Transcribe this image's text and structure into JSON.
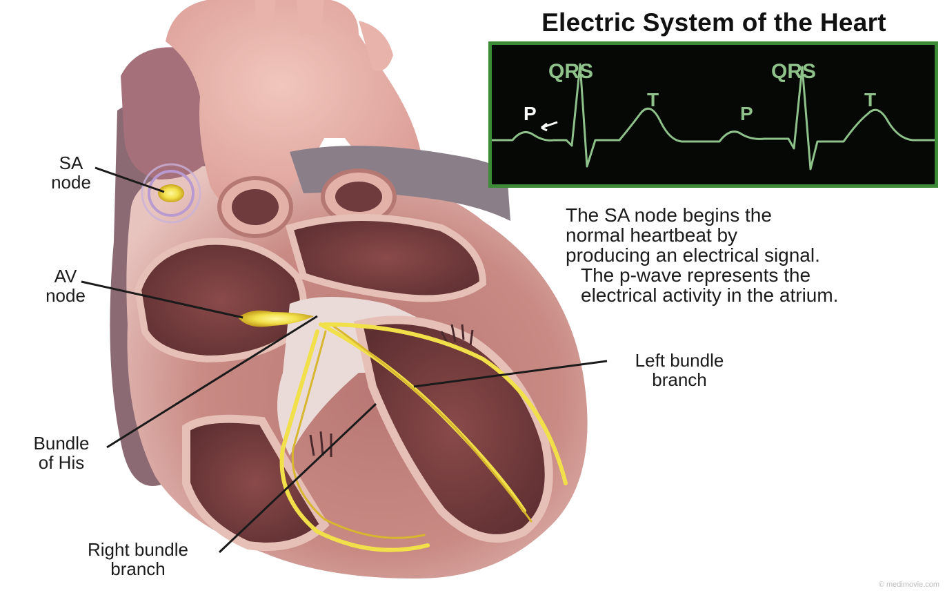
{
  "title": "Electric System of the Heart",
  "ecg": {
    "qrs_label_1": "QRS",
    "qrs_label_2": "QRS",
    "p_label_1": "P",
    "p_label_2": "P",
    "t_label_1": "T",
    "t_label_2": "T",
    "trace_color": "#8ec28a",
    "border_color": "#3d8a38"
  },
  "description": {
    "line1": "The SA node begins the",
    "line2": "normal heartbeat by",
    "line3": "producing an electrical signal.",
    "line4": "The p-wave represents the",
    "line5": "electrical activity in the atrium."
  },
  "labels": {
    "sa_node": {
      "line1": "SA",
      "line2": "node"
    },
    "av_node": {
      "line1": "AV",
      "line2": "node"
    },
    "bundle_of_his": {
      "line1": "Bundle",
      "line2": "of His"
    },
    "right_bundle_branch": {
      "line1": "Right bundle",
      "line2": "branch"
    },
    "left_bundle_branch": {
      "line1": "Left bundle",
      "line2": "branch"
    }
  },
  "colors": {
    "myocardium": "#c98580",
    "myocardium_dark": "#8f4d4c",
    "vessel": "#e2a8a2",
    "conduction": "#f2e04a",
    "node_glow": "#b89ad0"
  },
  "credit": "© medimovie.com"
}
